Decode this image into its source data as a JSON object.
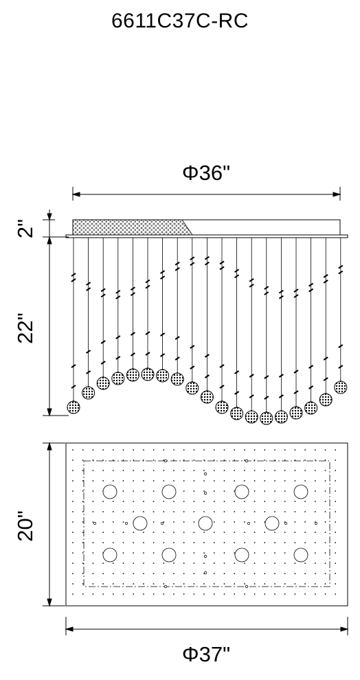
{
  "title": "6611C37C-RC",
  "dimensions": {
    "top_width": "Φ36\"",
    "canopy_height": "2\"",
    "drop_height": "22\"",
    "plate_depth": "20\"",
    "plate_width": "Φ37\""
  },
  "colors": {
    "line": "#000000",
    "background": "#ffffff"
  }
}
